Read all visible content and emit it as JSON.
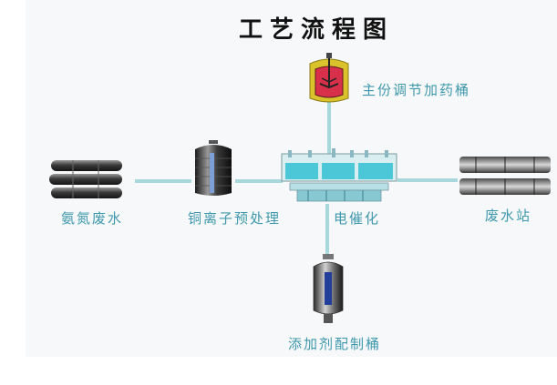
{
  "title": "工艺流程图",
  "nodes": {
    "ammonia_wastewater": "氨氮废水",
    "copper_pretreatment": "铜离子预处理",
    "electrocatalysis": "电催化",
    "wastewater_station": "废水站",
    "main_adjust_tank": "主份调节加药桶",
    "additive_tank": "添加剂配制桶"
  },
  "colors": {
    "label": "#3f98ad",
    "pipe": "#a8d8dc",
    "tank_yellow": "#d9c22b",
    "tank_red": "#d8304a"
  }
}
